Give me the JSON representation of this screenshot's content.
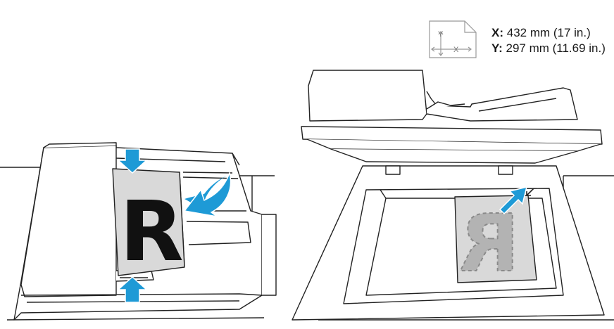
{
  "paper_size": {
    "icon": "paper-xy-icon",
    "icon_x_label": "X",
    "icon_y_label": "Y",
    "x_key": "X:",
    "x_value": "432 mm (17 in.)",
    "y_key": "Y:",
    "y_value": "297 mm (11.69 in.)"
  },
  "left_panel": {
    "letter": "R",
    "icons": [
      "arrow-down-icon",
      "arrow-up-icon",
      "curved-arrow-icon"
    ]
  },
  "right_panel": {
    "letter": "R",
    "icons": [
      "arrow-diagonal-icon"
    ]
  },
  "colors": {
    "accent": "#1e9ad6",
    "paper": "#d6d6d6",
    "outline": "#222222"
  }
}
